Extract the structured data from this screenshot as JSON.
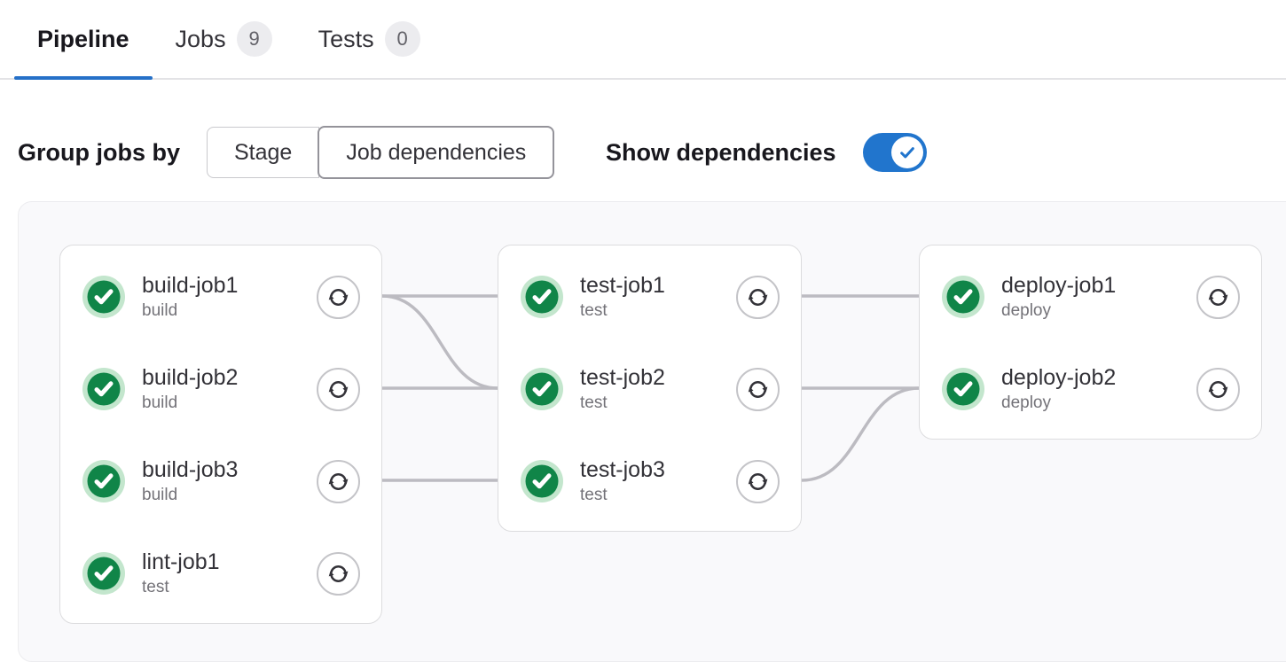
{
  "tabs": {
    "items": [
      {
        "label": "Pipeline",
        "count": null,
        "active": true
      },
      {
        "label": "Jobs",
        "count": "9",
        "active": false
      },
      {
        "label": "Tests",
        "count": "0",
        "active": false
      }
    ]
  },
  "controls": {
    "group_jobs_by_label": "Group jobs by",
    "group_options": [
      {
        "label": "Stage",
        "selected": false
      },
      {
        "label": "Job dependencies",
        "selected": true
      }
    ],
    "show_dependencies_label": "Show dependencies",
    "show_dependencies_enabled": true
  },
  "pipeline_graph": {
    "columns": [
      {
        "jobs": [
          {
            "name": "build-job1",
            "stage": "build",
            "status": "success"
          },
          {
            "name": "build-job2",
            "stage": "build",
            "status": "success"
          },
          {
            "name": "build-job3",
            "stage": "build",
            "status": "success"
          },
          {
            "name": "lint-job1",
            "stage": "test",
            "status": "success"
          }
        ]
      },
      {
        "jobs": [
          {
            "name": "test-job1",
            "stage": "test",
            "status": "success"
          },
          {
            "name": "test-job2",
            "stage": "test",
            "status": "success"
          },
          {
            "name": "test-job3",
            "stage": "test",
            "status": "success"
          }
        ]
      },
      {
        "jobs": [
          {
            "name": "deploy-job1",
            "stage": "deploy",
            "status": "success"
          },
          {
            "name": "deploy-job2",
            "stage": "deploy",
            "status": "success"
          }
        ]
      }
    ],
    "links": [
      {
        "from": [
          0,
          0
        ],
        "to": [
          1,
          0
        ]
      },
      {
        "from": [
          0,
          0
        ],
        "to": [
          1,
          1
        ]
      },
      {
        "from": [
          0,
          1
        ],
        "to": [
          1,
          1
        ]
      },
      {
        "from": [
          0,
          2
        ],
        "to": [
          1,
          2
        ]
      },
      {
        "from": [
          1,
          0
        ],
        "to": [
          2,
          0
        ]
      },
      {
        "from": [
          1,
          1
        ],
        "to": [
          2,
          1
        ]
      },
      {
        "from": [
          1,
          2
        ],
        "to": [
          2,
          1
        ]
      }
    ]
  },
  "colors": {
    "accent_blue": "#2175cd",
    "success_green": "#108548",
    "success_ring_green": "#c3e6cd",
    "link_gray": "#bcbbc1",
    "icon_dark": "#333238"
  },
  "icons": {
    "status_success": "check-circle",
    "retry": "clockwise-arrows",
    "toggle_check": "check"
  }
}
